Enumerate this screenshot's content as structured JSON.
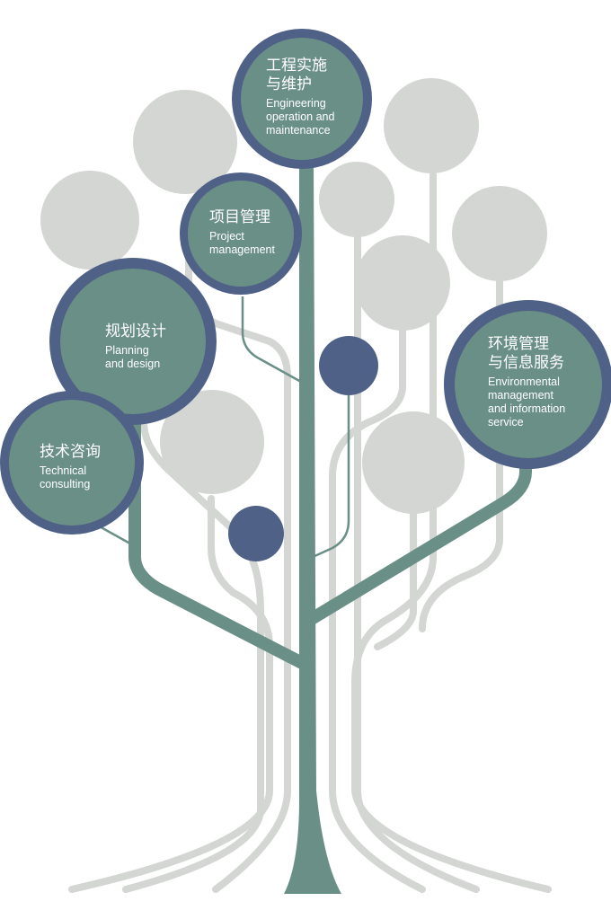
{
  "theme": {
    "trunk": "#6a8f87",
    "navy": "#4f6186",
    "node_fill": "#6a8f87",
    "leaf_gray": "#d3d6d2",
    "branch_gray": "#d3d6d2",
    "text": "#ffffff"
  },
  "nodes": [
    {
      "id": "engineering",
      "zh": [
        "工程实施",
        "与维护"
      ],
      "en": [
        "Engineering",
        "operation and",
        "maintenance"
      ]
    },
    {
      "id": "project",
      "zh": [
        "项目管理"
      ],
      "en": [
        "Project",
        "management"
      ]
    },
    {
      "id": "planning",
      "zh": [
        "规划设计"
      ],
      "en": [
        "Planning",
        "and design"
      ]
    },
    {
      "id": "technical",
      "zh": [
        "技术咨询"
      ],
      "en": [
        "Technical",
        "consulting"
      ]
    },
    {
      "id": "environmental",
      "zh": [
        "环境管理",
        "与信息服务"
      ],
      "en": [
        "Environmental",
        "management",
        "and information",
        "service"
      ]
    }
  ]
}
